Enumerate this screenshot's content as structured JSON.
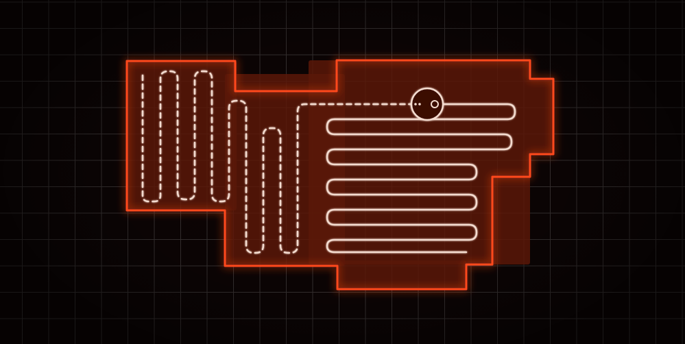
{
  "colors": {
    "background": "#0d0505",
    "grid_line": "#3a3434",
    "outline": "#ff4a1c",
    "room_fill": "#5a1808",
    "path_done": "#f4dcd0",
    "path_planned": "#f4dcd0"
  },
  "map": {
    "rooms": [
      {
        "name": "room-top-left",
        "shape": "rectangle"
      },
      {
        "name": "room-middle",
        "shape": "rectangle"
      },
      {
        "name": "room-main",
        "shape": "rectangle"
      },
      {
        "name": "room-bottom-extension",
        "shape": "rectangle"
      },
      {
        "name": "room-right-alcove",
        "shape": "rectangle"
      }
    ],
    "robot": {
      "icon": "robot-vacuum-icon"
    },
    "cleaning_path": {
      "completed_style": "solid",
      "planned_style": "dashed"
    }
  }
}
